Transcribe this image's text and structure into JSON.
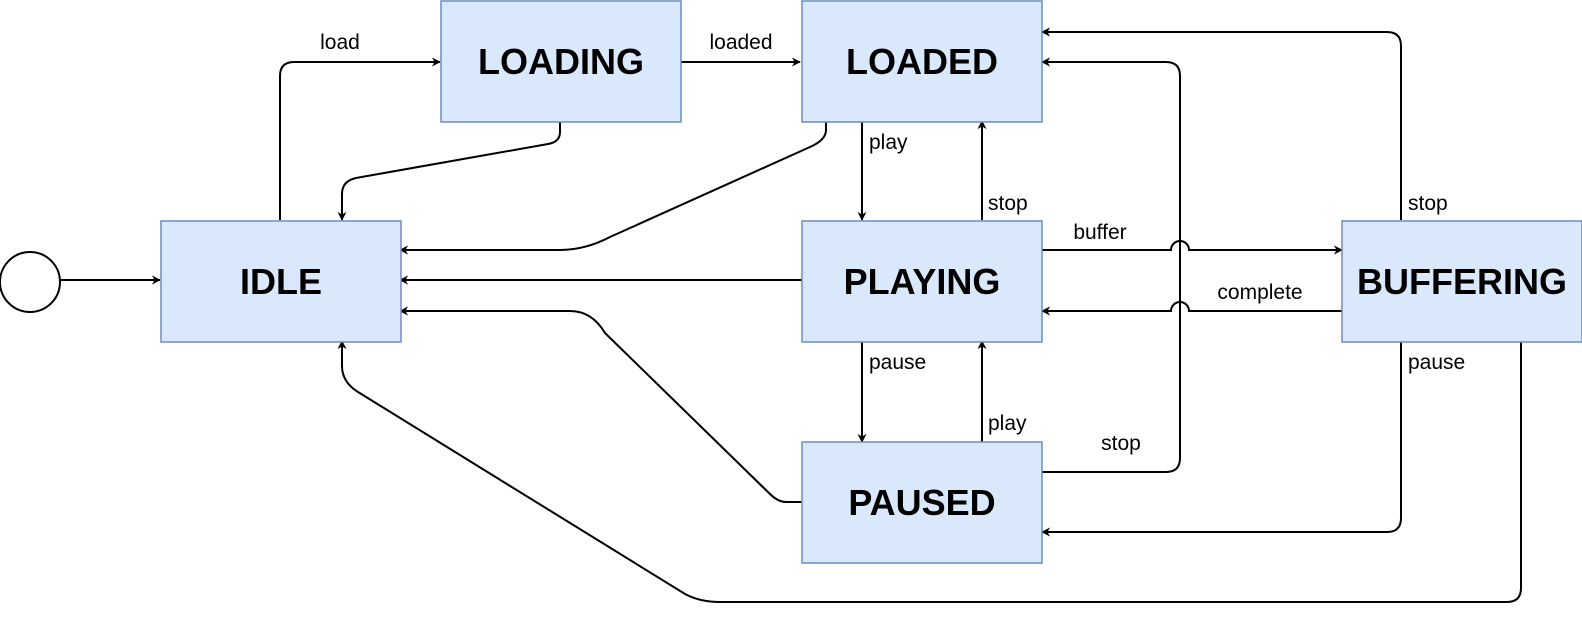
{
  "colors": {
    "state_fill": "#dae8fc",
    "state_border": "#6c8ebf",
    "edge": "#000000",
    "background": "#ffffff"
  },
  "states": {
    "idle": "IDLE",
    "loading": "LOADING",
    "loaded": "LOADED",
    "playing": "PLAYING",
    "paused": "PAUSED",
    "buffering": "BUFFERING"
  },
  "transitions": {
    "load": "load",
    "loaded": "loaded",
    "loaded_play": "play",
    "playing_stop": "stop",
    "buffer": "buffer",
    "complete": "complete",
    "playing_pause": "pause",
    "paused_play": "play",
    "paused_stop": "stop",
    "buffering_stop": "stop",
    "buffering_pause": "pause"
  }
}
